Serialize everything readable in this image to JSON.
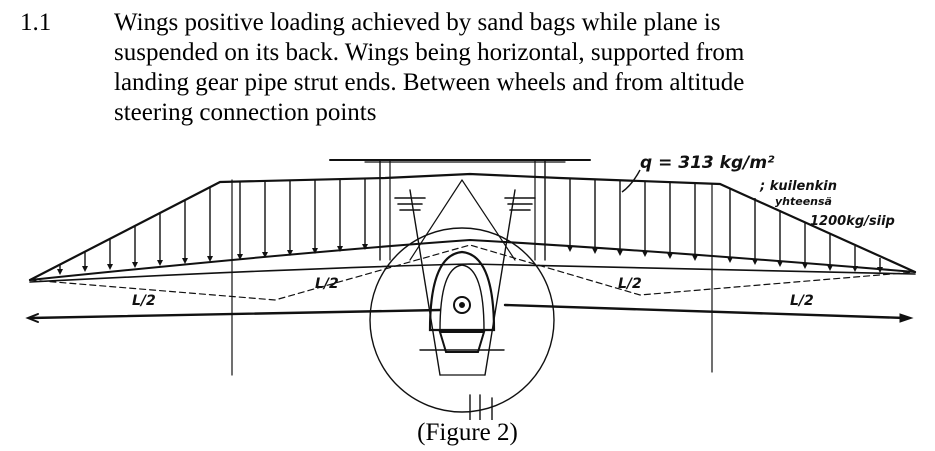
{
  "section_number": "1.1",
  "paragraph_lines": [
    "Wings positive loading achieved by sand bags while plane is",
    "suspended on its back.  Wings being horizontal, supported from",
    "landing gear pipe strut ends.  Between wheels and from altitude",
    "steering connection points"
  ],
  "figure": {
    "annotations": {
      "load_q": "q = 313 kg/m²",
      "note_line1": "; kuilenkin",
      "note_line2": "yhteensä",
      "note_line3": "1200kg/siip",
      "half_span_left": "L/2",
      "half_span_inner_left": "L/2",
      "half_span_inner_right": "L/2",
      "half_span_right": "L/2"
    }
  },
  "caption": "(Figure 2)"
}
